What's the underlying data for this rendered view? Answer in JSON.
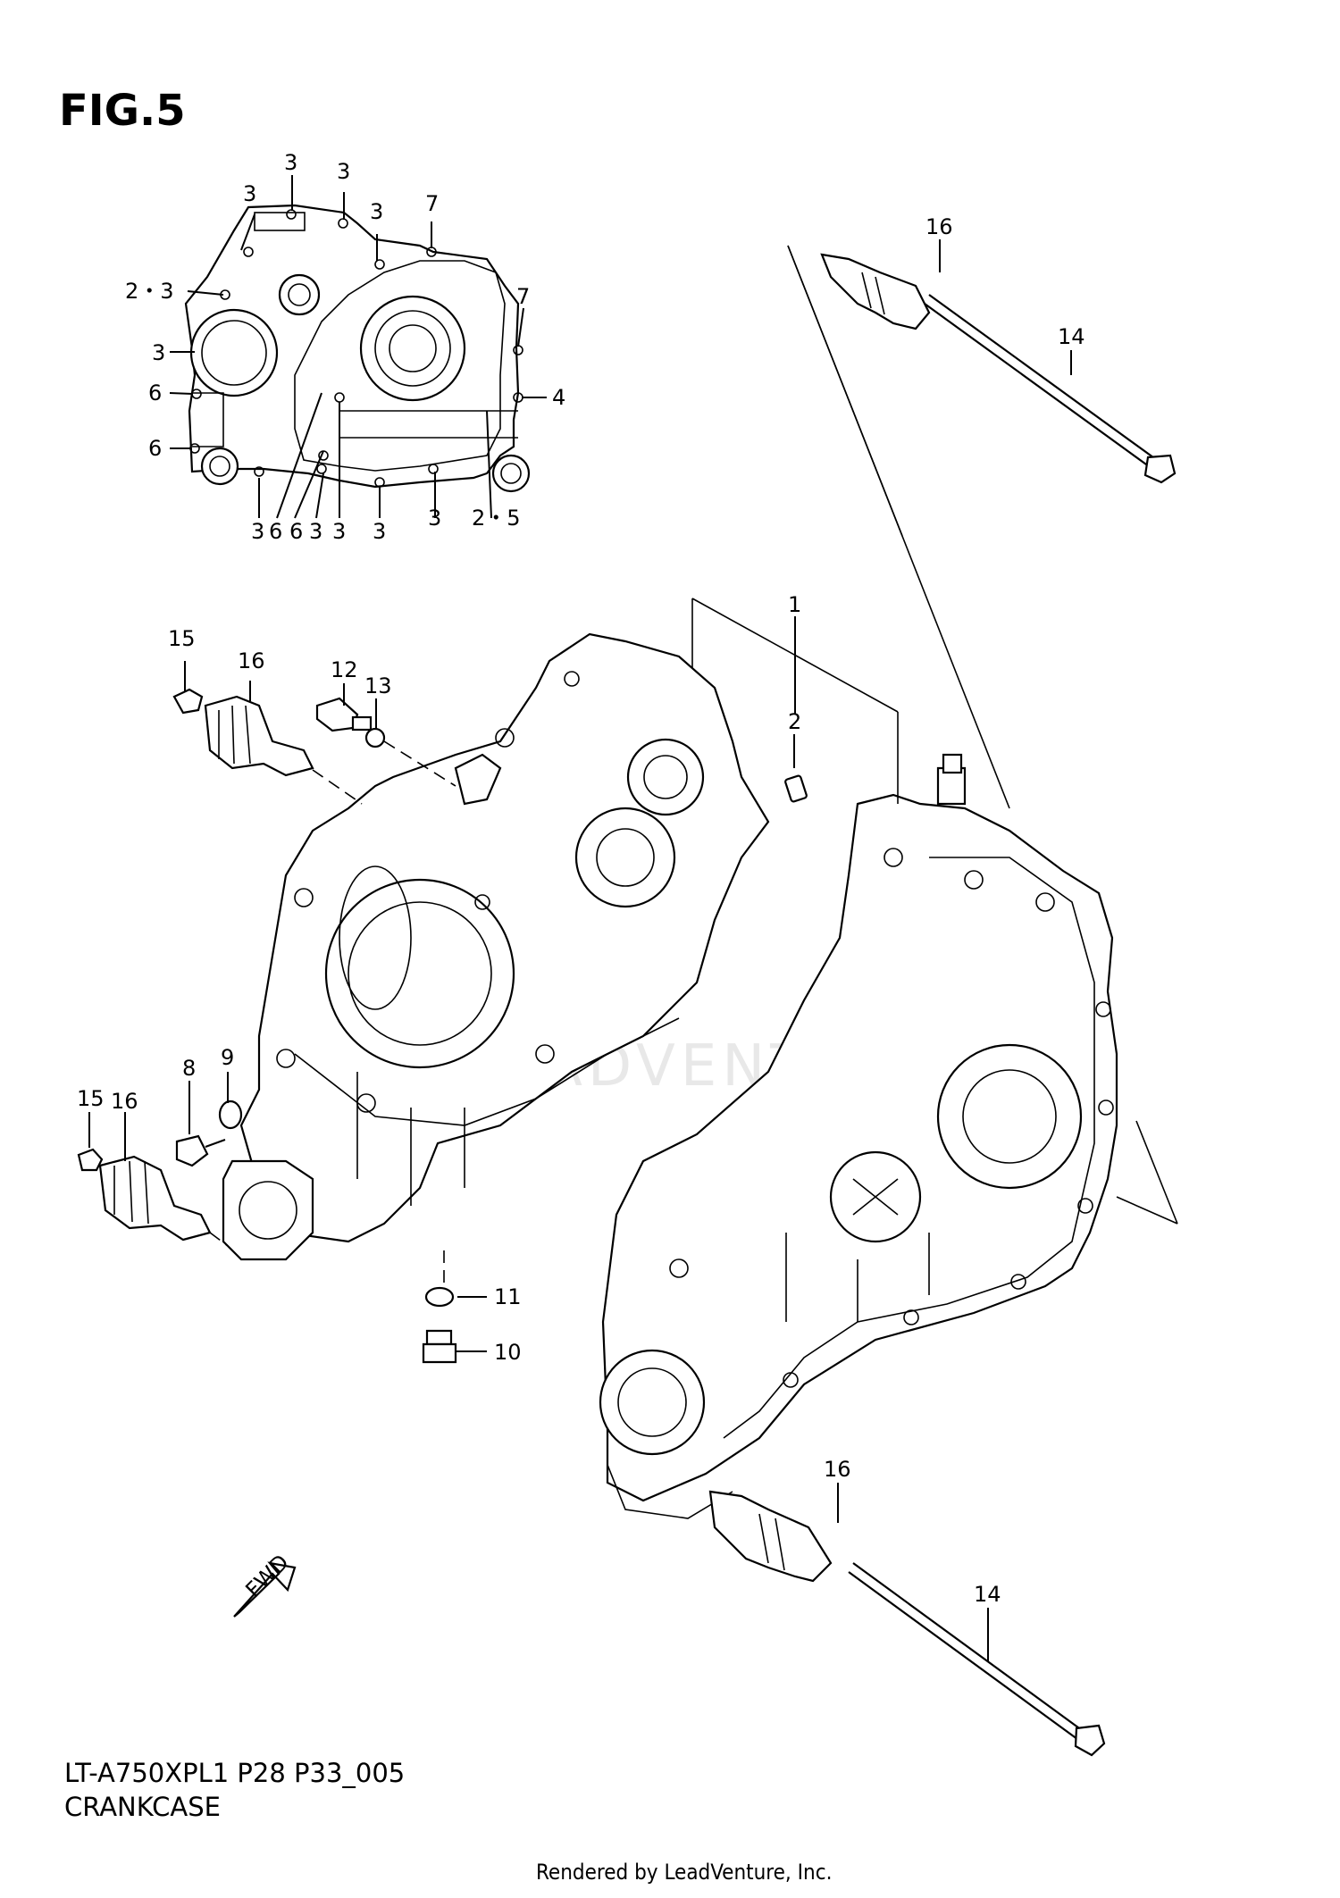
{
  "figure": {
    "title": "FIG.5"
  },
  "model_code": "LT-A750XPL1 P28 P33_005",
  "assembly_name": "CRANKCASE",
  "watermark": "LEADVENTURE",
  "fwd_label": "FWD",
  "footer": "Rendered by LeadVenture, Inc.",
  "inset_callouts": [
    {
      "id": "i1",
      "label": "3"
    },
    {
      "id": "i2",
      "label": "3"
    },
    {
      "id": "i3",
      "label": "3"
    },
    {
      "id": "i4",
      "label": "3"
    },
    {
      "id": "i5",
      "label": "7"
    },
    {
      "id": "i6",
      "label": "2・3"
    },
    {
      "id": "i7",
      "label": "7"
    },
    {
      "id": "i8",
      "label": "3"
    },
    {
      "id": "i9",
      "label": "6"
    },
    {
      "id": "i10",
      "label": "4"
    },
    {
      "id": "i11",
      "label": "6"
    },
    {
      "id": "i12",
      "label": "3"
    },
    {
      "id": "i13",
      "label": "6"
    },
    {
      "id": "i14",
      "label": "6"
    },
    {
      "id": "i15",
      "label": "3"
    },
    {
      "id": "i16",
      "label": "3"
    },
    {
      "id": "i17",
      "label": "3"
    },
    {
      "id": "i18",
      "label": "3"
    },
    {
      "id": "i19",
      "label": "2・5"
    }
  ],
  "callouts": [
    {
      "id": "c16a",
      "label": "16"
    },
    {
      "id": "c14a",
      "label": "14"
    },
    {
      "id": "c1",
      "label": "1"
    },
    {
      "id": "c2",
      "label": "2"
    },
    {
      "id": "c15a",
      "label": "15"
    },
    {
      "id": "c16b",
      "label": "16"
    },
    {
      "id": "c12",
      "label": "12"
    },
    {
      "id": "c13",
      "label": "13"
    },
    {
      "id": "c8",
      "label": "8"
    },
    {
      "id": "c9",
      "label": "9"
    },
    {
      "id": "c15b",
      "label": "15"
    },
    {
      "id": "c16c",
      "label": "16"
    },
    {
      "id": "c11",
      "label": "11"
    },
    {
      "id": "c10",
      "label": "10"
    },
    {
      "id": "c16d",
      "label": "16"
    },
    {
      "id": "c14b",
      "label": "14"
    }
  ]
}
